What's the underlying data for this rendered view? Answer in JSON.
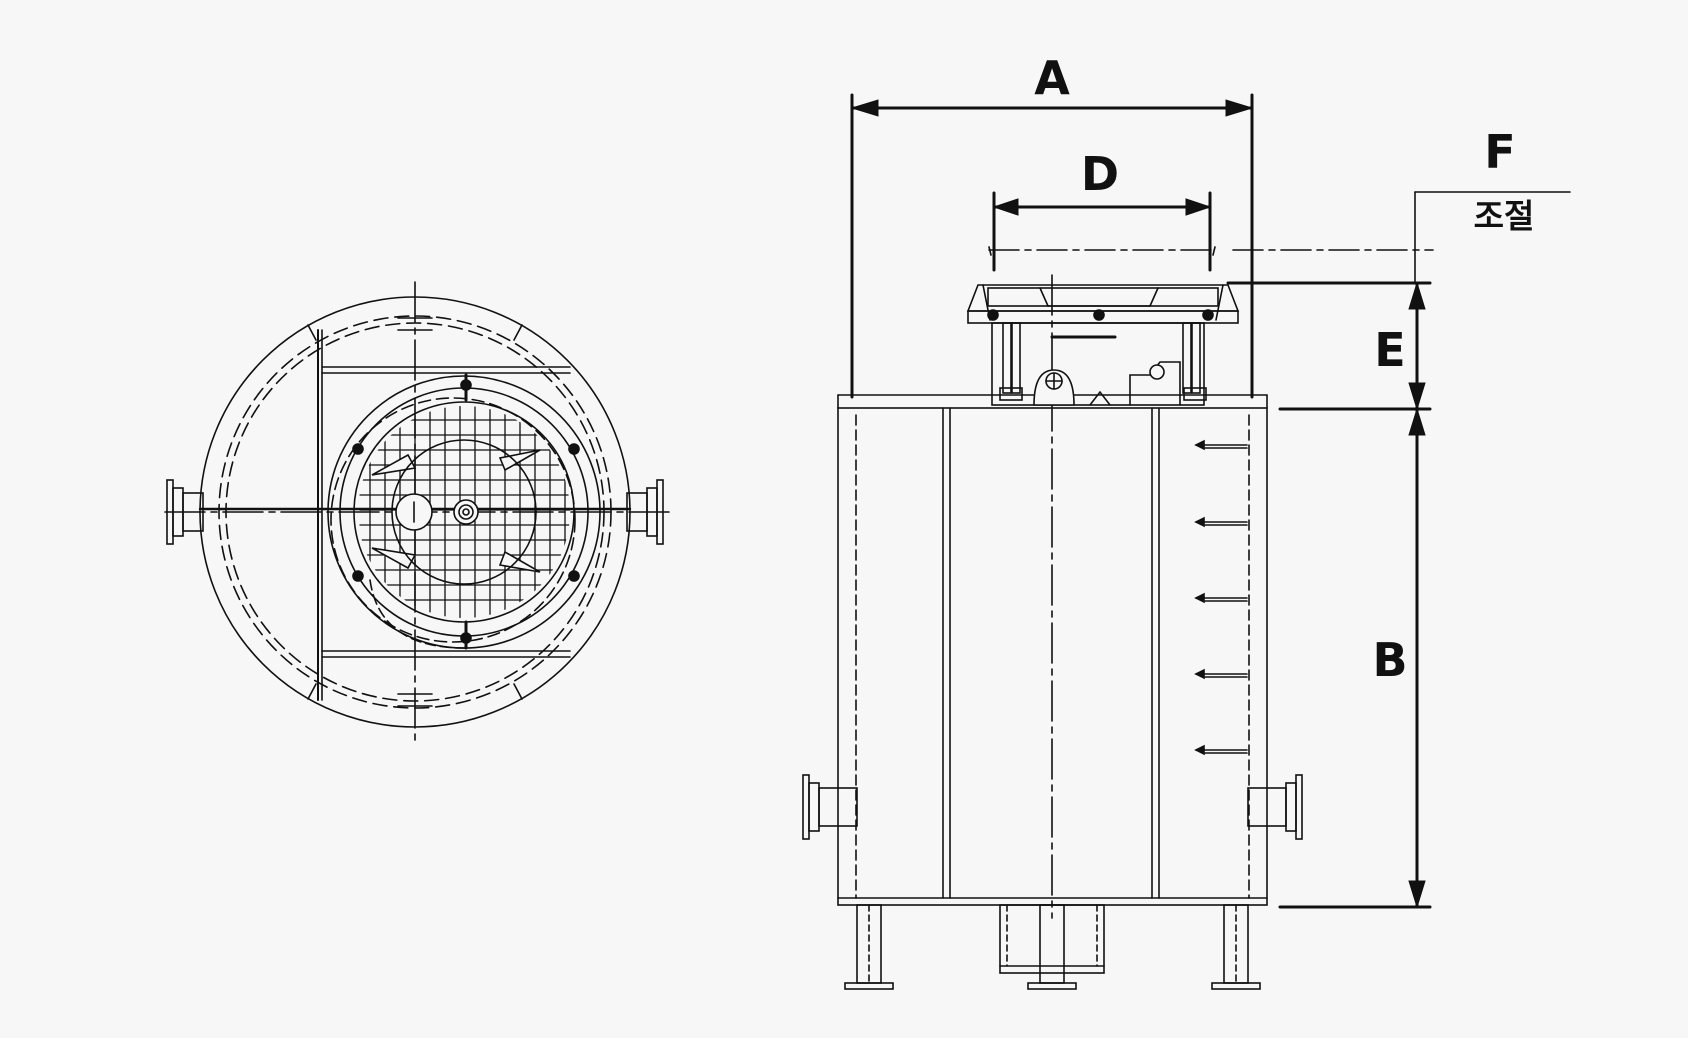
{
  "dimensions": {
    "A": "A",
    "B": "B",
    "D": "D",
    "E": "E",
    "F": "F",
    "F_note": "조절"
  },
  "colors": {
    "line": "#111111",
    "background": "#f7f7f7"
  }
}
